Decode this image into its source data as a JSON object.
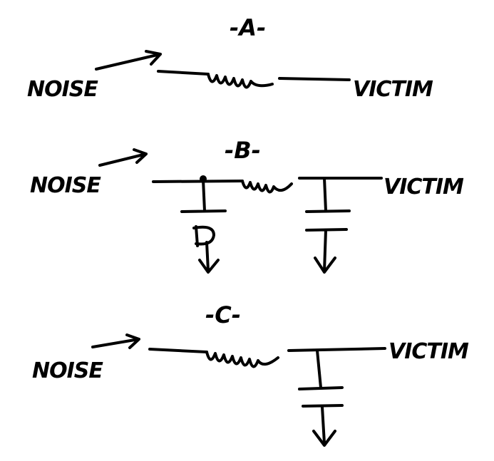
{
  "diagrams": [
    {
      "label": "-A-",
      "source": "NOISE",
      "target": "VICTIM"
    },
    {
      "label": "-B-",
      "source": "NOISE",
      "target": "VICTIM"
    },
    {
      "label": "-C-",
      "source": "NOISE",
      "target": "VICTIM"
    }
  ]
}
